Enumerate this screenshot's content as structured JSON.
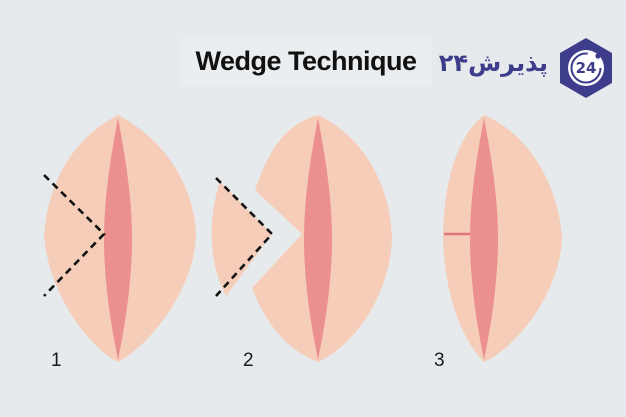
{
  "title": "Wedge Technique",
  "logo": {
    "text": "پذیرش۲۴",
    "badge_number": "24",
    "brand_color": "#3e3d8c"
  },
  "steps": [
    {
      "label": "1"
    },
    {
      "label": "2"
    },
    {
      "label": "3"
    }
  ],
  "colors": {
    "background": "#e7eaec",
    "skin": "#f5cdb8",
    "inner": "#ec8f8f",
    "incision_line": "#111111",
    "suture": "#e0777a"
  }
}
